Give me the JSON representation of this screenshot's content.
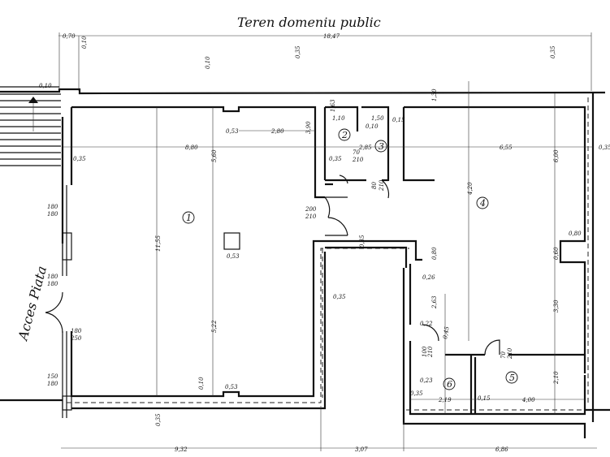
{
  "title": "Teren domeniu public",
  "side_label": "Acces Piata",
  "rooms": [
    "1",
    "2",
    "3",
    "4",
    "5",
    "6"
  ],
  "dims": {
    "top_overall": "18,47",
    "top_offset": "0,70",
    "bottom": [
      "9,32",
      "3,07",
      "6,86"
    ],
    "row_mid": [
      "8,80",
      "2,85",
      "6,55"
    ],
    "r1_height": "11,55",
    "r1_upper": "5,60",
    "r1_lower": "5,22",
    "r1_top": "2,80",
    "wall_035": "0,35",
    "wall_010": "0,10",
    "wall_015": "0,15",
    "pillar": "0,53",
    "corridor_h": "3,90",
    "r2_w": "1,10",
    "r3_w": "1,50",
    "r2_h": "1,63",
    "r4_top": "1,30",
    "r4_h": "4,20",
    "r4_right": "6,00",
    "niche_w": "0,80",
    "niche_h": "0,60",
    "r4_low": "3,30",
    "r56_h": "2,10",
    "r6_w": "2,19",
    "r5_w": "4,00",
    "d026": "0,26",
    "d080": "0,80",
    "d263": "2,63",
    "d022": "0,22",
    "d023": "0,23",
    "d045": "0,45"
  },
  "openings": {
    "door_main": [
      "180",
      "250"
    ],
    "win1": [
      "180",
      "180"
    ],
    "win2": [
      "180",
      "180"
    ],
    "win3": [
      "150",
      "180"
    ],
    "door_r1_r4": [
      "200",
      "210"
    ],
    "door_r2": [
      "70",
      "210"
    ],
    "door_r3": [
      "80",
      "210"
    ],
    "door_r5": [
      "70",
      "210"
    ],
    "door_r6": [
      "100",
      "210"
    ]
  }
}
